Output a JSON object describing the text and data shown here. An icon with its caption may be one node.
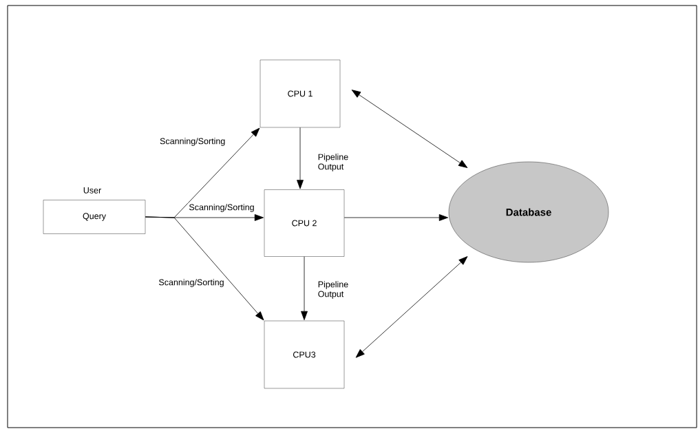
{
  "diagram": {
    "nodes": [
      {
        "text": [
          "Query"
        ],
        "beside": [
          "User"
        ]
      },
      {
        "text": [
          "CPU 1"
        ]
      },
      {
        "text": [
          "CPU 2"
        ]
      },
      {
        "text": [
          "CPU3"
        ]
      },
      {
        "text": [
          "Database"
        ]
      }
    ],
    "edges": [
      {
        "from": 0,
        "to": 1,
        "arrow": "to",
        "label": "Scanning/Sorting"
      },
      {
        "from": 0,
        "to": 2,
        "arrow": "to",
        "label": "Scanning/Sorting"
      },
      {
        "from": 0,
        "to": 3,
        "arrow": "to",
        "label": "Scanning/Sorting"
      },
      {
        "from": 1,
        "to": 2,
        "arrow": "to",
        "label": "Pipeline Output"
      },
      {
        "from": 2,
        "to": 3,
        "arrow": "to",
        "label": "Pipeline Output"
      },
      {
        "from": 1,
        "to": 4,
        "arrow": "both"
      },
      {
        "from": 2,
        "to": 4,
        "arrow": "to"
      },
      {
        "from": 3,
        "to": 4,
        "arrow": "both"
      }
    ]
  }
}
